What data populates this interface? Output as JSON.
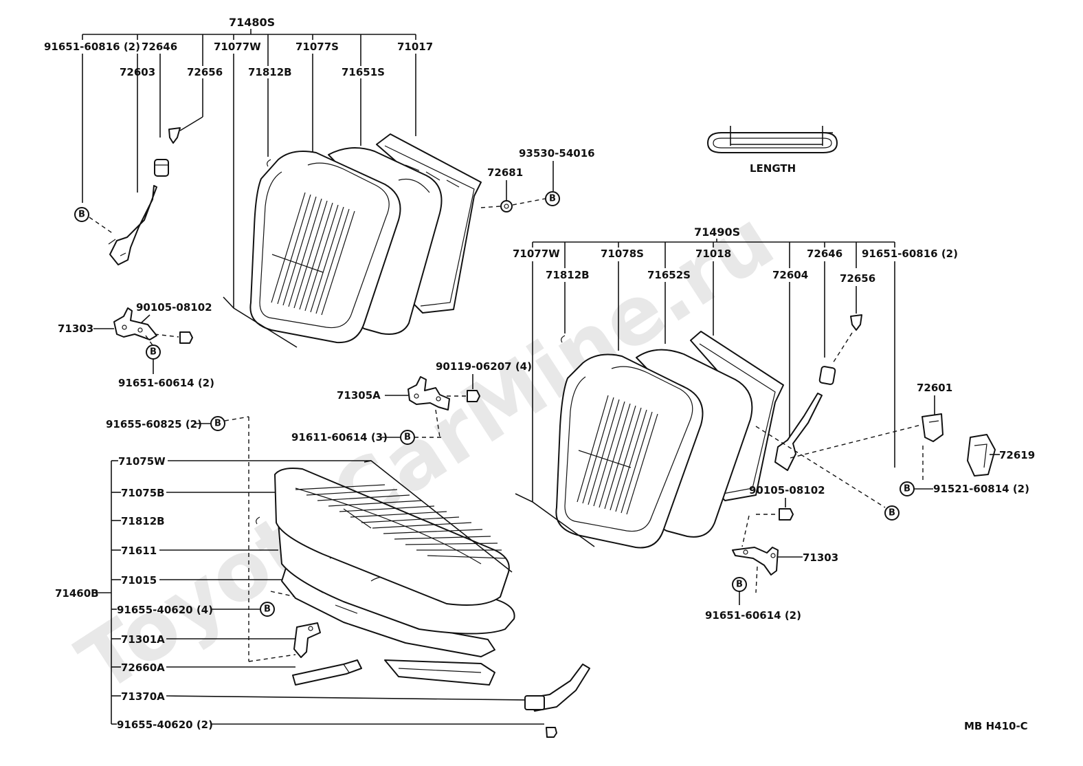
{
  "watermark": "ToyotaCarMine.ru",
  "drawing_code": "MB H410-C",
  "length_label": "LENGTH",
  "b_mark": "B",
  "rear_seatback_left": {
    "group": "71480S",
    "parts": [
      "91651-60816 (2)",
      "72646",
      "72603",
      "72656",
      "71077W",
      "71812B",
      "71077S",
      "71651S",
      "71017",
      "72681",
      "93530-54016",
      "71303",
      "90105-08102",
      "91651-60614 (2)"
    ]
  },
  "rear_seatback_right": {
    "group": "71490S",
    "parts": [
      "71077W",
      "71078S",
      "71652S",
      "71018",
      "72646",
      "91651-60816 (2)",
      "71812B",
      "72604",
      "72656",
      "72601",
      "72619",
      "91521-60814 (2)",
      "90105-08102",
      "71303",
      "91651-60614 (2)"
    ]
  },
  "center_hinge": {
    "parts": [
      "90119-06207 (4)",
      "71305A",
      "91611-60614 (3)"
    ]
  },
  "rear_seat_cushion": {
    "group": "71460B",
    "top_fastener": "91655-60825 (2)",
    "parts": [
      "71075W",
      "71075B",
      "71812B",
      "71611",
      "71015",
      "91655-40620 (4)",
      "71301A",
      "72660A",
      "71370A",
      "91655-40620 (2)"
    ]
  }
}
